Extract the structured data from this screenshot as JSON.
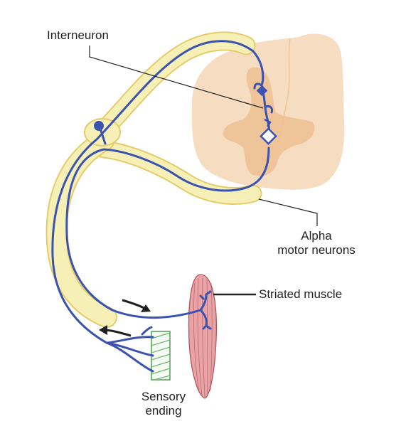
{
  "labels": {
    "interneuron": "Interneuron",
    "alpha_line1": "Alpha",
    "alpha_line2": "motor neurons",
    "striated_muscle": "Striated muscle",
    "sensory_line1": "Sensory",
    "sensory_line2": "ending"
  },
  "colors": {
    "nerve": "#3a52b0",
    "sheath": "#f6efb6",
    "sheath_edge": "#e3cc69",
    "spinal_cord": "#f6dcc0",
    "gray_matter": "#eebf92",
    "muscle": "#e7a3a6",
    "muscle_fiber": "#b6535b",
    "spindle": "#79b47a",
    "arrow": "#1f1f1f",
    "leader": "#222222"
  }
}
